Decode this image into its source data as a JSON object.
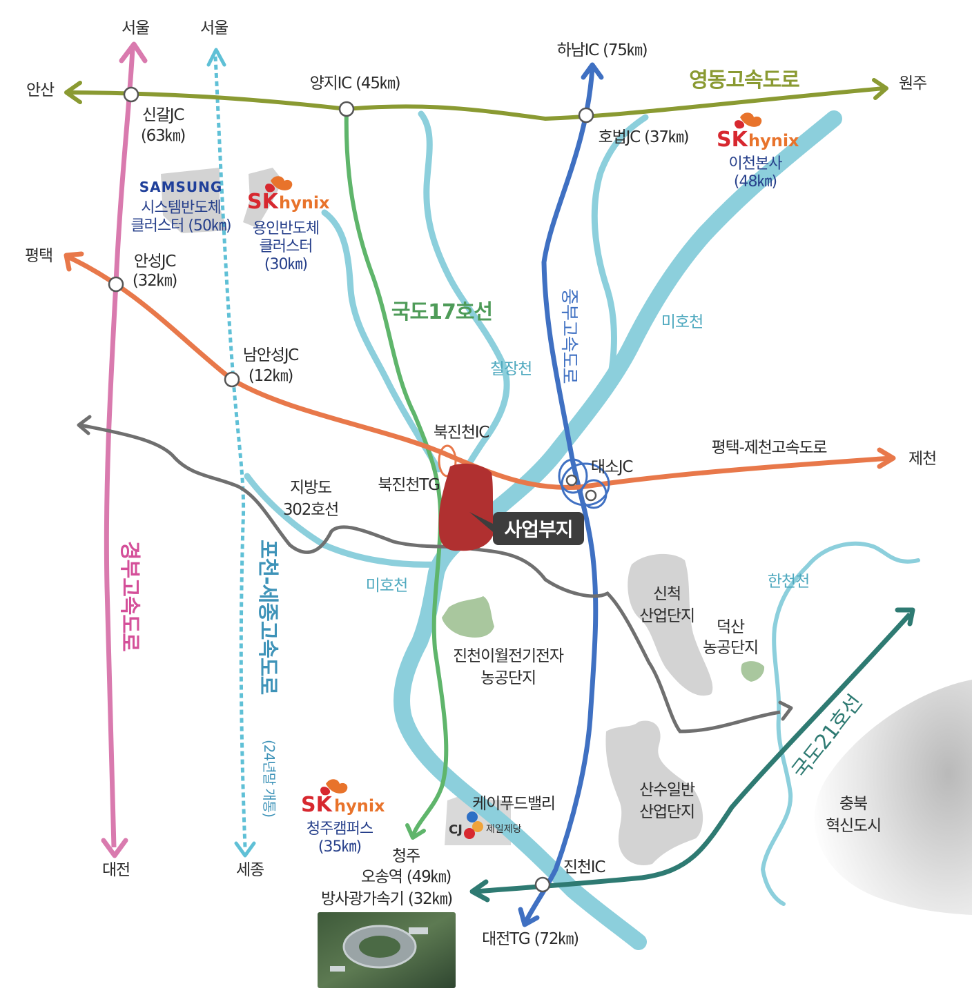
{
  "colors": {
    "gyeongbu": "#d97aae",
    "pocheon": "#5fc0d6",
    "yeongdong": "#8a9a32",
    "jungbu": "#3f70c2",
    "pyeongtaek": "#e8784a",
    "route17": "#5fb56b",
    "local302": "#6f6f6f",
    "route21": "#2e7a72",
    "river": "#8ccfdc",
    "industrial": "#cfcfcf",
    "agri": "#a9c79e",
    "site": "#b03030",
    "site_label_bg": "#3d3d3d"
  },
  "directions": {
    "seoul_1": "서울",
    "seoul_2": "서울",
    "ansan": "안산",
    "wonju": "원주",
    "pyeongtaek": "평택",
    "jecheon": "제천",
    "daejeon": "대전",
    "sejong": "세종"
  },
  "roads": {
    "yeongdong": "영동고속도로",
    "gyeongbu": "경부고속도로",
    "pocheon_sejong": "포천-세종고속도로",
    "pocheon_note": "(24년말 개통)",
    "route17": "국도17호선",
    "jungbu": "중부고속도로",
    "pyeongtaek_jecheon": "평택-제천고속도로",
    "local302_line1": "지방도",
    "local302_line2": "302호선",
    "route21": "국도21호선"
  },
  "junctions": {
    "singal_name": "신갈JC",
    "singal_dist": "(63㎞)",
    "yangji": "양지IC (45㎞)",
    "hanam": "하남IC (75㎞)",
    "hobeop": "호법JC (37㎞)",
    "anseong_name": "안성JC",
    "anseong_dist": "(32㎞)",
    "namanseong_name": "남안성JC",
    "namanseong_dist": "(12㎞)",
    "bukjincheon_ic": "북진천IC",
    "bukjincheon_tg": "북진천TG",
    "daeso": "대소JC",
    "jincheon_ic": "진천IC",
    "daejeon_tg": "대전TG (72㎞)"
  },
  "rivers": {
    "miho_1": "미호천",
    "miho_2": "미호천",
    "chiljang": "칠장천",
    "hancheon": "한천천"
  },
  "places": {
    "site": "사업부지",
    "samsung_logo": "SAMSUNG",
    "samsung_line1": "시스템반도체",
    "samsung_line2": "클러스터 (50㎞)",
    "sk_yongin_line1": "용인반도체",
    "sk_yongin_line2": "클러스터",
    "sk_yongin_line3": "(30㎞)",
    "sk_icheon_line1": "이천본사",
    "sk_icheon_line2": "(48㎞)",
    "sk_cheongju_line1": "청주캠퍼스",
    "sk_cheongju_line2": "(35㎞)",
    "sk_text": "SK",
    "hynix_text": "hynix",
    "sincheok_line1": "신척",
    "sincheok_line2": "산업단지",
    "deoksan_line1": "덕산",
    "deoksan_line2": "농공단지",
    "iwol_line1": "진천이월전기전자",
    "iwol_line2": "농공단지",
    "sansu_line1": "산수일반",
    "sansu_line2": "산업단지",
    "kfood": "케이푸드밸리",
    "cj_logo": "CJ",
    "cj_name": "제일제당",
    "chungbuk_line1": "충북",
    "chungbuk_line2": "혁신도시",
    "cheongju_line1": "청주",
    "cheongju_line2": "오송역 (49㎞)",
    "cheongju_line3": "방사광가속기 (32㎞)"
  }
}
